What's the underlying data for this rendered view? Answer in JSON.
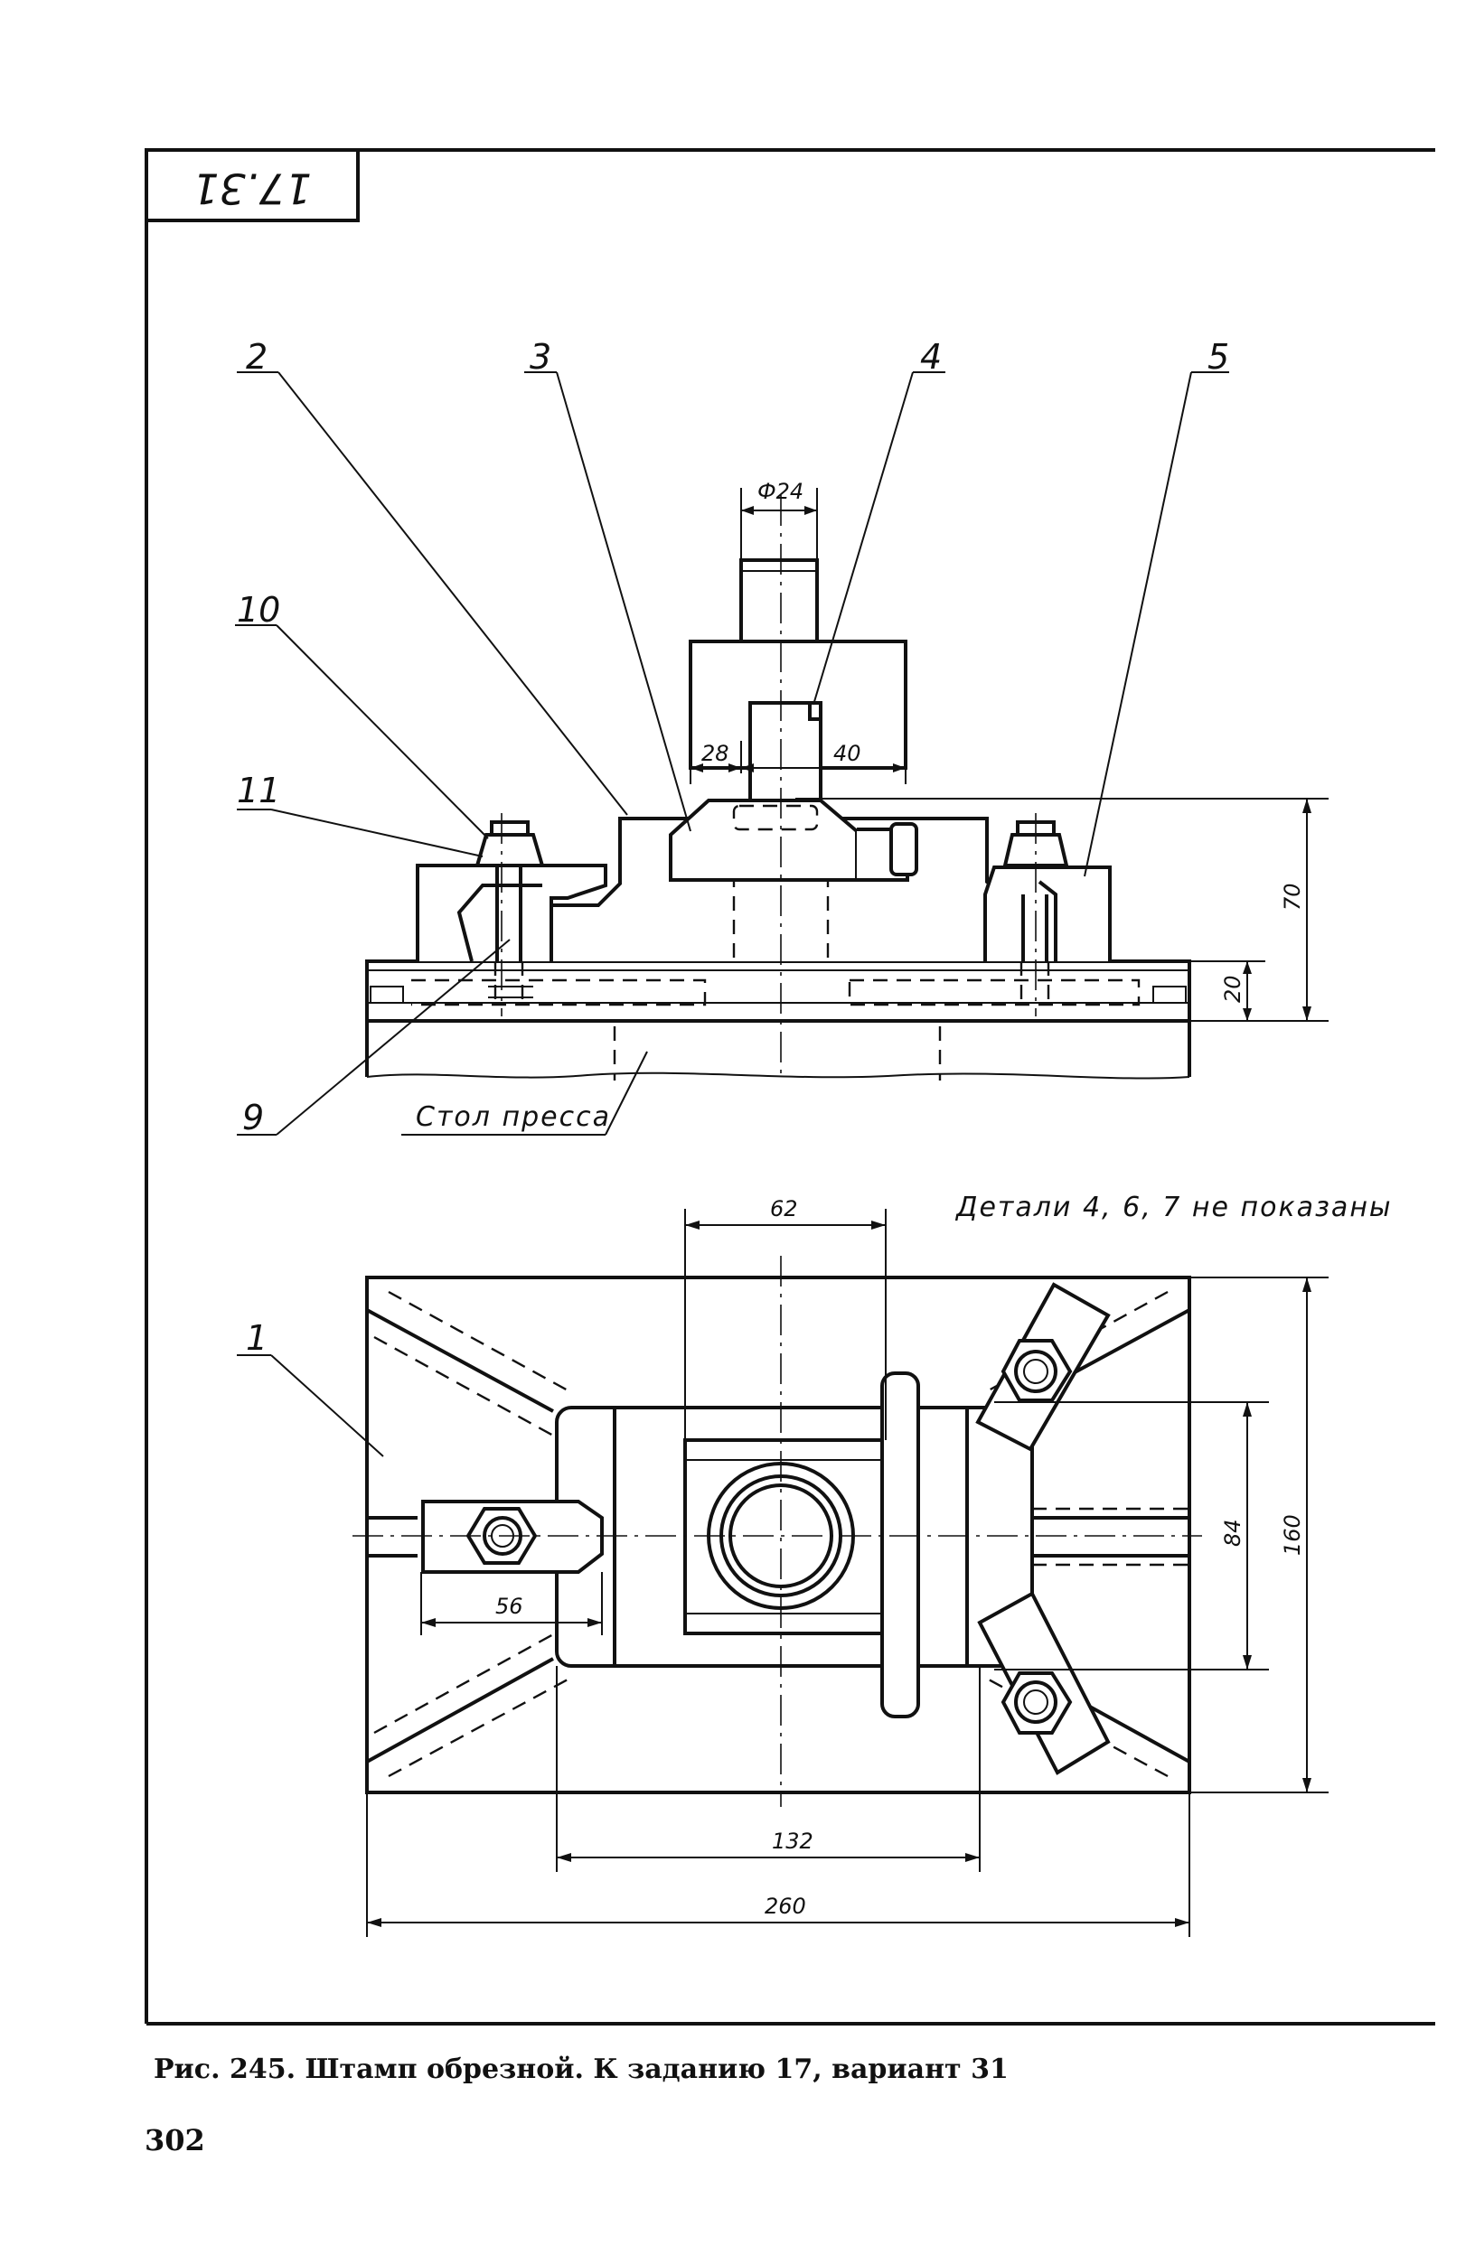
{
  "sheet_number": "17.31",
  "part_labels": {
    "p1": "1",
    "p2": "2",
    "p3": "3",
    "p4": "4",
    "p5": "5",
    "p9": "9",
    "p10": "10",
    "p11": "11"
  },
  "dimensions": {
    "d_phi24": "Ф24",
    "d_28": "28",
    "d_40": "40",
    "d_70": "70",
    "d_20": "20",
    "d_62": "62",
    "d_84": "84",
    "d_160": "160",
    "d_56": "56",
    "d_132": "132",
    "d_260": "260"
  },
  "table_label": "Стол пресса",
  "note": "Детали 4, 6, 7 не показаны",
  "caption": "Рис. 245. Штамп обрезной. К заданию 17, вариант 31",
  "page_number": "302"
}
